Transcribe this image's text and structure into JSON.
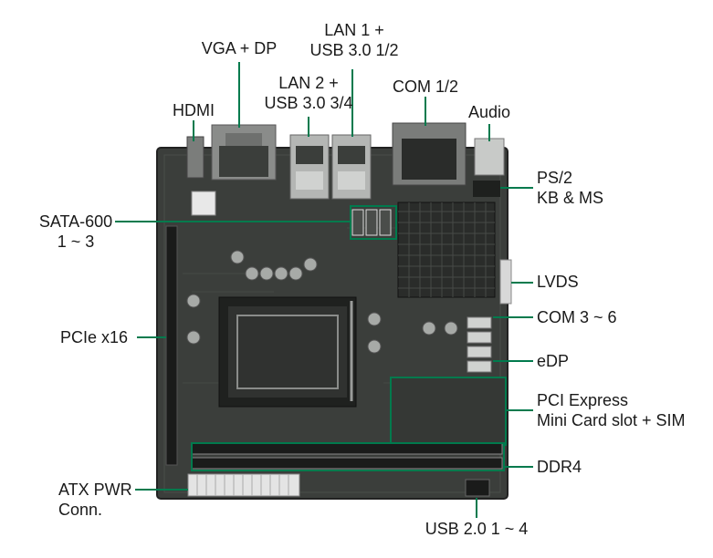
{
  "labels": {
    "vga_dp": "VGA + DP",
    "lan1": [
      "LAN 1 +",
      "USB 3.0 1/2"
    ],
    "hdmi": "HDMI",
    "lan2": [
      "LAN 2 +",
      "USB 3.0 3/4"
    ],
    "com12": "COM 1/2",
    "audio": "Audio",
    "ps2": [
      "PS/2",
      "KB & MS"
    ],
    "sata": [
      "SATA-600",
      "1 ~ 3"
    ],
    "lvds": "LVDS",
    "com36": "COM 3 ~ 6",
    "pcie": "PCIe x16",
    "edp": "eDP",
    "minicard": [
      "PCI Express",
      "Mini Card slot + SIM"
    ],
    "ddr4": "DDR4",
    "atx": [
      "ATX PWR",
      "Conn."
    ],
    "usb2": "USB 2.0 1 ~ 4"
  },
  "colors": {
    "leader": "#007a4d",
    "pcb": "#3a3d3a",
    "pcb_dark": "#262826",
    "label_text": "#1a1a1a"
  }
}
